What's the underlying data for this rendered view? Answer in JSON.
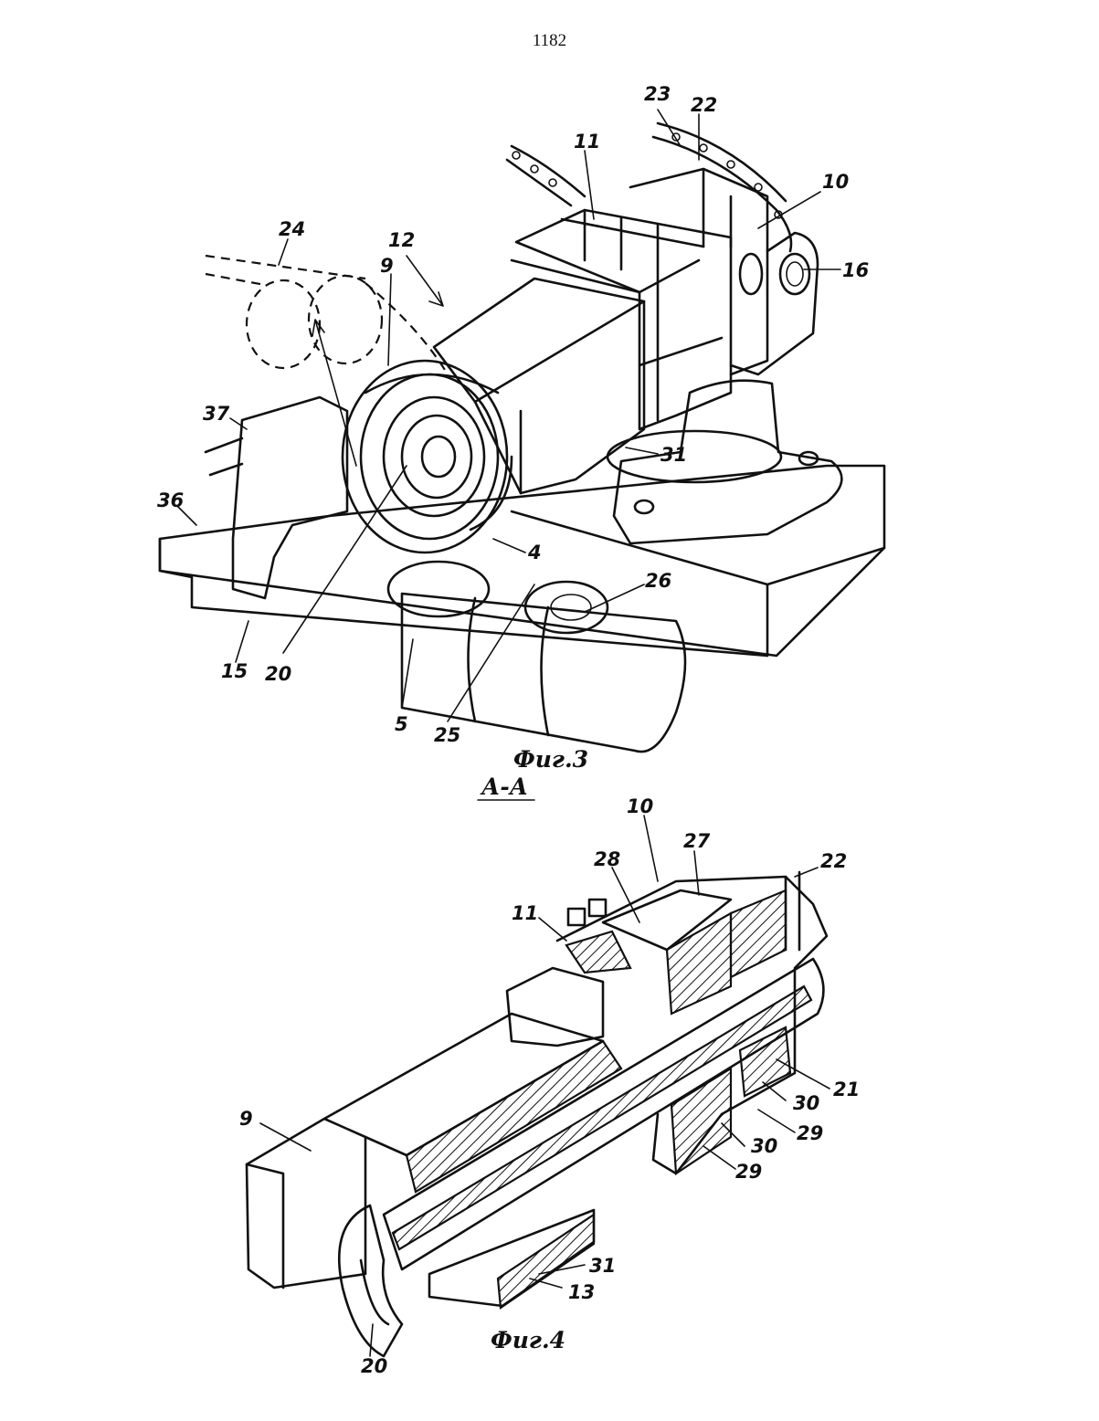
{
  "page_number": "1182",
  "fig3": {
    "caption": "Фиг.3",
    "labels": {
      "l23": "23",
      "l22": "22",
      "l11": "11",
      "l10": "10",
      "l24": "24",
      "l12": "12",
      "l9": "9",
      "l16": "16",
      "l37": "37",
      "l31": "31",
      "l36": "36",
      "l4": "4",
      "l26": "26",
      "l15": "15",
      "l20": "20",
      "l5": "5",
      "l25": "25"
    }
  },
  "fig4": {
    "section_label": "А-А",
    "caption": "Фиг.4",
    "labels": {
      "l10": "10",
      "l27": "27",
      "l22": "22",
      "l28": "28",
      "l11": "11",
      "l21": "21",
      "l30a": "30",
      "l29a": "29",
      "l30b": "30",
      "l29b": "29",
      "l9": "9",
      "l31": "31",
      "l13": "13",
      "l20": "20"
    }
  }
}
